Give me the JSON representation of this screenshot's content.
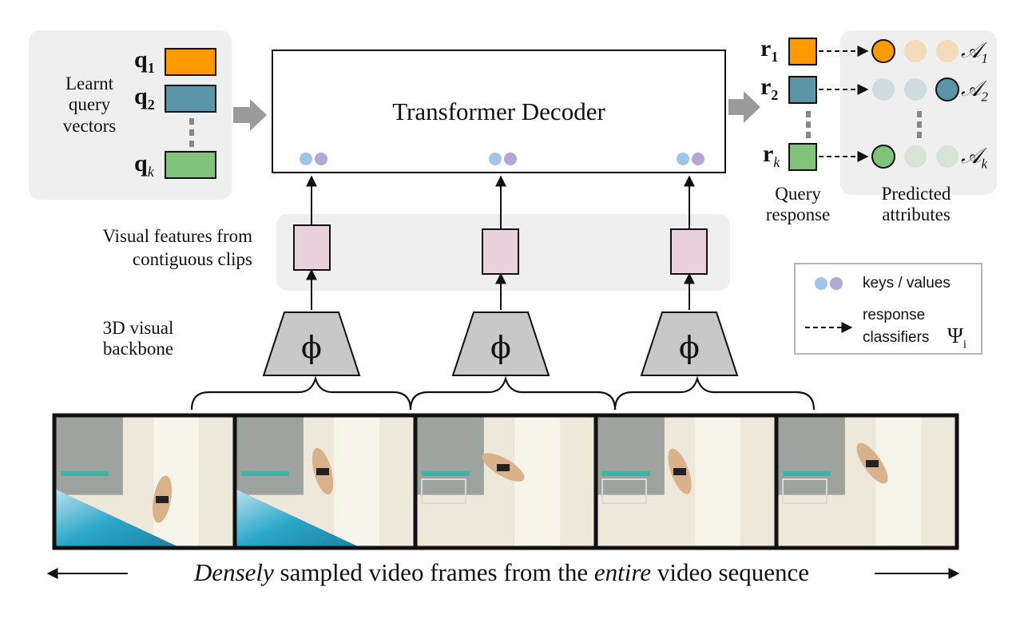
{
  "query_panel": {
    "label": "Learnt query vectors",
    "queries": [
      {
        "name": "q",
        "sub": "1",
        "color": "#FF9900"
      },
      {
        "name": "q",
        "sub": "2",
        "color": "#5C95A8"
      },
      {
        "name": "q",
        "sub": "k",
        "color": "#7FC47A"
      }
    ]
  },
  "decoder": {
    "title": "Transformer Decoder"
  },
  "features": {
    "label": "Visual features from contiguous clips",
    "color": "#EAD1DC"
  },
  "backbone": {
    "label": "3D visual backbone",
    "symbol": "ϕ",
    "color": "#C8C8C8"
  },
  "responses": [
    {
      "name": "r",
      "sub": "1",
      "color": "#FF9900",
      "attr": "𝒜",
      "attr_sub": "1"
    },
    {
      "name": "r",
      "sub": "2",
      "color": "#5C95A8",
      "attr": "𝒜",
      "attr_sub": "2"
    },
    {
      "name": "r",
      "sub": "k",
      "color": "#7FC47A",
      "attr": "𝒜",
      "attr_sub": "k"
    }
  ],
  "query_response_label": "Query response",
  "predicted_label": "Predicted attributes",
  "legend": {
    "keys_values": "keys / values",
    "classifiers_line1": "response",
    "classifiers_line2": "classifiers",
    "psi": "Ψ",
    "psi_sub": "i",
    "key_color": "#9FC5E8",
    "value_color": "#B4A7D6"
  },
  "bottom": {
    "word1": "Densely",
    "text1": " sampled video frames from the ",
    "word2": "entire",
    "text2": " video sequence"
  }
}
